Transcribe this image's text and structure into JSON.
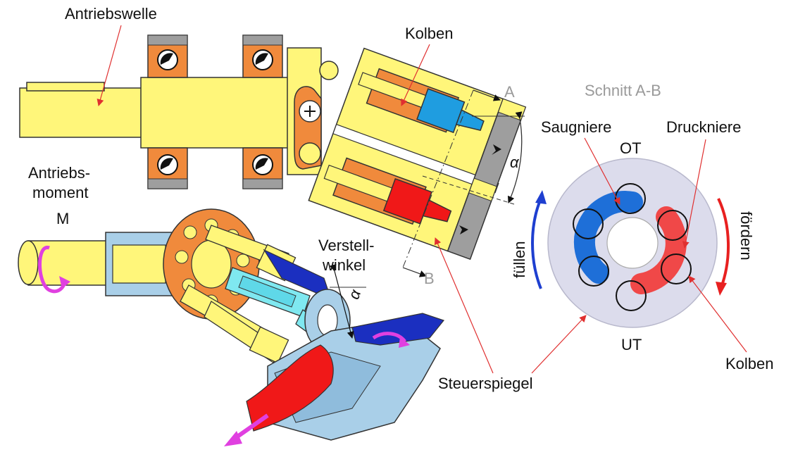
{
  "labels": {
    "drive_shaft": "Antriebswelle",
    "piston_top": "Kolben",
    "drive_torque_1": "Antriebs-",
    "drive_torque_2": "moment",
    "drive_torque_3": "M",
    "adjust_angle_1": "Verstell-",
    "adjust_angle_2": "winkel",
    "alpha_top": "α",
    "alpha_small": "α",
    "section_a": "A",
    "section_b": "B",
    "section_title": "Schnitt A-B",
    "suction_kidney": "Saugniere",
    "pressure_kidney": "Druckniere",
    "tdc": "OT",
    "bdc": "UT",
    "filling": "füllen",
    "delivering": "fördern",
    "valve_plate": "Steuerspiegel",
    "piston_right": "Kolben"
  },
  "colors": {
    "shaft": "#fff67a",
    "housing_orange": "#f08a3c",
    "bearing_grey": "#9e9e9e",
    "valve_blue": "#1f9de0",
    "pressure_red": "#f01818",
    "suction_blue": "#1e6fd8",
    "disc": "#dcdcec",
    "label_line": "#e03030",
    "arrow_magenta": "#e040e0"
  }
}
